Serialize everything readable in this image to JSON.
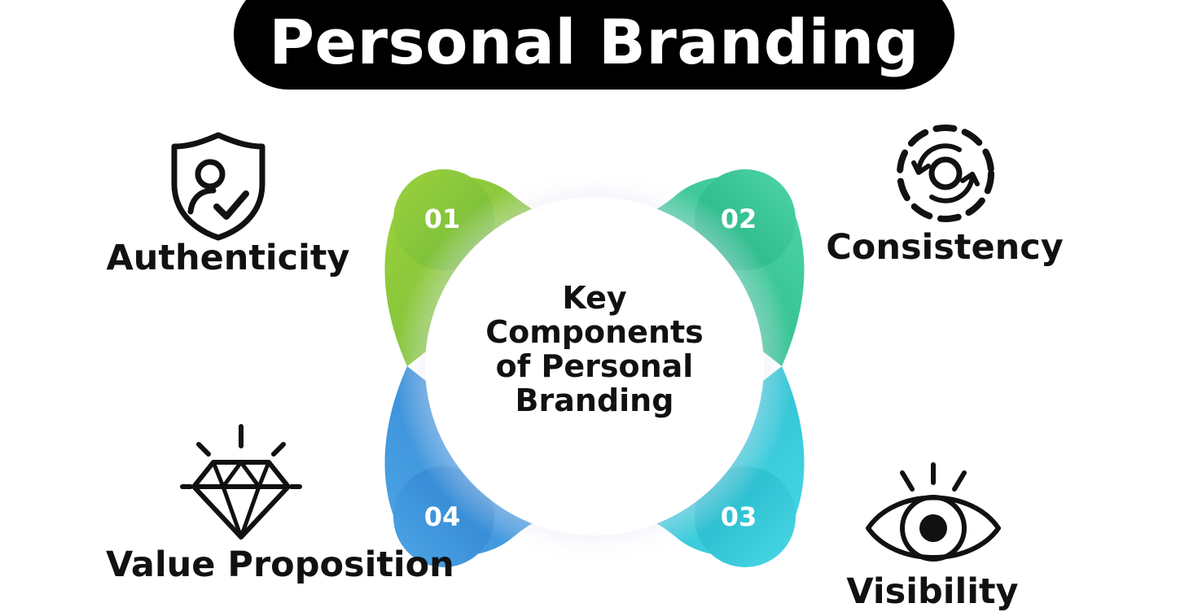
{
  "title": "Personal Branding",
  "center": {
    "line1": "Key",
    "line2": "Components",
    "line3": "of Personal",
    "line4": "Branding"
  },
  "components": [
    {
      "number": "01",
      "label": "Authenticity",
      "icon": "user-shield-check-icon",
      "color": "#8DC63F"
    },
    {
      "number": "02",
      "label": "Consistency",
      "icon": "refresh-cycle-icon",
      "color": "#2DBE8C"
    },
    {
      "number": "03",
      "label": "Visibility",
      "icon": "eye-icon",
      "color": "#2EC4D6"
    },
    {
      "number": "04",
      "label": "Value Proposition",
      "icon": "diamond-icon",
      "color": "#3F8FD9"
    }
  ]
}
